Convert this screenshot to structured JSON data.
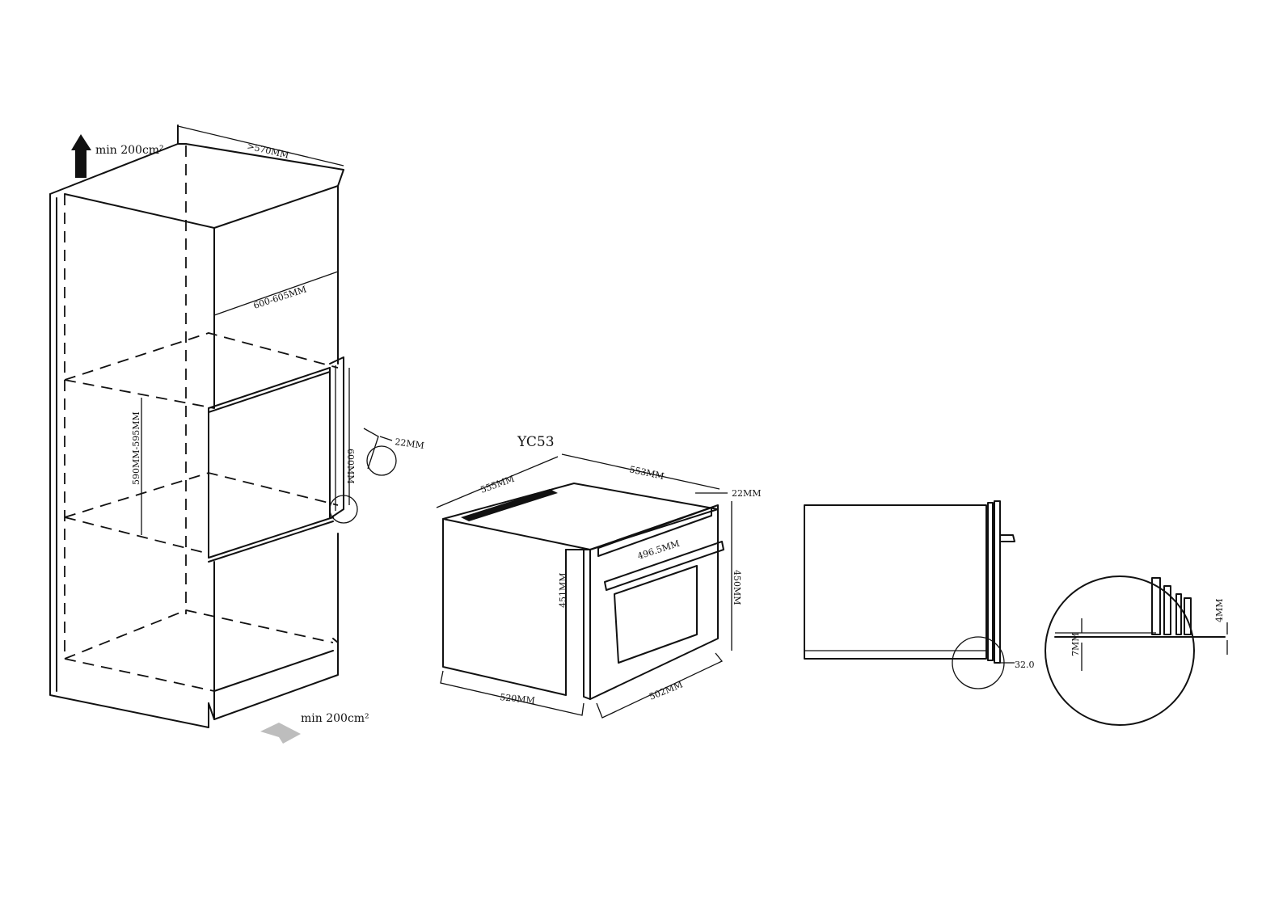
{
  "cabinet": {
    "top_vent": "min 200cm²",
    "bottom_vent": "min 200cm²",
    "depth": ">570MM",
    "width": "600-605MM",
    "niche_height": "590MM-595MM",
    "door_height": "600MM",
    "clearance": "22MM"
  },
  "oven": {
    "model": "YC53",
    "top_depth": "553MM",
    "depth": "555MM",
    "edge": "22MM",
    "handle": "496.5MM",
    "body_height": "451MM",
    "front_height": "450MM",
    "base_depth": "520MM",
    "base_width": "502MM"
  },
  "side_view": {
    "gap": "32.0"
  },
  "detail": {
    "right": "4MM",
    "left": "7MM"
  },
  "colors": {
    "line": "#111111",
    "background": "#ffffff",
    "arrow": "#111111",
    "vent_arrow": "#bdbdbd"
  }
}
